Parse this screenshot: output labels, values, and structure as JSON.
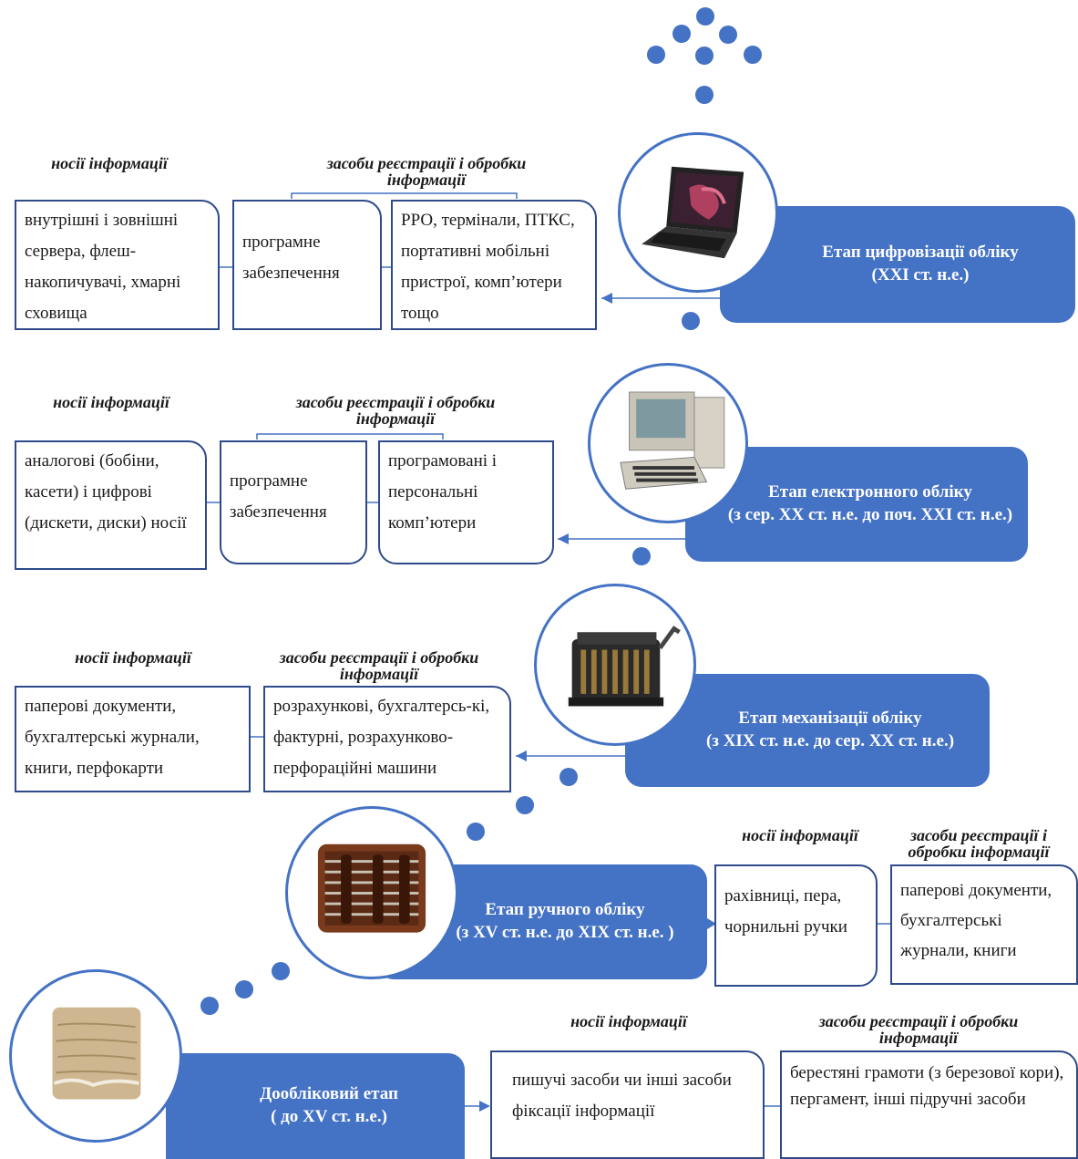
{
  "colors": {
    "stage_fill": "#4472c4",
    "box_border": "#2e4a8a",
    "dot": "#4472c4"
  },
  "stages": [
    {
      "title": "Етап цифровізації обліку",
      "period": "(XXI ст. н.е.)",
      "icon": "laptop-icon",
      "headers": {
        "carriers": "носії інформації",
        "tools": "засоби реєстрації і обробки інформації"
      },
      "carriers": "внутрішні і зовнішні сервера, флеш-накопичувачі, хмарні сховища",
      "tools": [
        "програмне забезпечення",
        "РРО, термінали, ПТКС,  портативні мобільні пристрої, комп’ютери тощо"
      ]
    },
    {
      "title": "Етап електронного обліку",
      "period": "(з сер. XX ст. н.е. до поч. XXI ст. н.е.)",
      "icon": "computer-icon",
      "headers": {
        "carriers": "носії інформації",
        "tools": "засоби реєстрації і обробки інформації"
      },
      "carriers": "аналогові (бобіни, касети) і цифрові (дискети, диски) носії",
      "tools": [
        "програмне забезпечення",
        "програмовані і персональні комп’ютери"
      ]
    },
    {
      "title": "Етап механізації обліку",
      "period": "(з XIX ст. н.е. до сер. XX ст. н.е.)",
      "icon": "adding-machine-icon",
      "headers": {
        "carriers": "носії інформації",
        "tools": "засоби реєстрації і обробки інформації"
      },
      "carriers": "паперові документи, бухгалтерські журнали, книги, перфокарти",
      "tools": [
        "розрахункові, бухгалтерсь-кі, фактурні, розрахунково-перфораційні машини"
      ]
    },
    {
      "title": "Етап ручного обліку",
      "period": "(з XV ст. н.е. до XIX ст. н.е.  )",
      "icon": "abacus-icon",
      "headers": {
        "carriers": "носії інформації",
        "tools": "засоби реєстрації і обробки інформації"
      },
      "carriers": "рахівниці, пера, чорнильні ручки",
      "tools": [
        "паперові документи, бухгалтерські журнали, книги"
      ]
    },
    {
      "title": "Дообліковий етап",
      "period": "( до XV ст. н.е.)",
      "icon": "birch-bark-icon",
      "headers": {
        "carriers": "носії інформації",
        "tools": "засоби реєстрації і обробки інформації"
      },
      "carriers": "пишучі засоби чи інші засоби фіксації інформації",
      "tools": [
        "берестяні грамоти (з березової кори), пергамент, інші підручні засоби"
      ]
    }
  ]
}
